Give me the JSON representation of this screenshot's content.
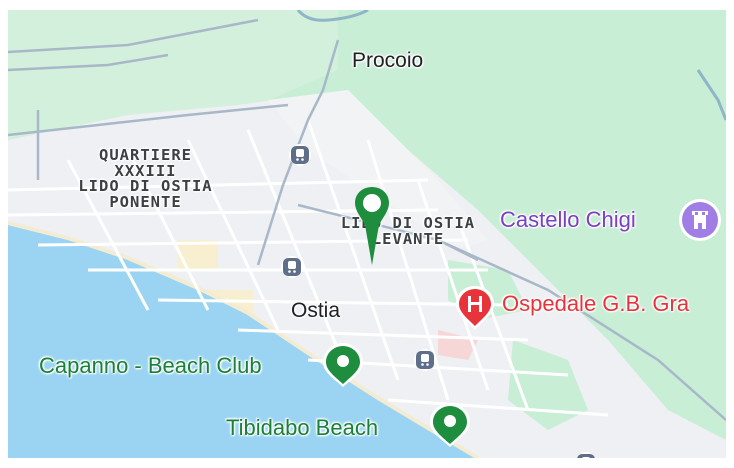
{
  "map": {
    "places": {
      "procoio": "Procoio",
      "ostia": "Ostia"
    },
    "districts": {
      "quartiere_line1": "QUARTIERE",
      "quartiere_line2": "XXXIII",
      "quartiere_line3": "LIDO DI OSTIA",
      "quartiere_line4": "PONENTE",
      "levante_line1": "LIDO DI OSTIA",
      "levante_line2": "LEVANTE"
    },
    "pois": {
      "castello": "Castello Chigi",
      "ospedale": "Ospedale G.B. Gra",
      "capanno": "Capanno - Beach Club",
      "tibidabo": "Tibidabo Beach"
    },
    "icons": {
      "pin": "map-pin-icon",
      "train": "train-station-icon",
      "castle": "castle-icon",
      "hospital": "hospital-icon",
      "beach": "beach-marker-icon"
    },
    "colors": {
      "water": "#9ad4f2",
      "park": "#c6edd3",
      "pin": "#1e8e3e",
      "castle": "#a07ee6",
      "hospital": "#e8333b"
    }
  }
}
